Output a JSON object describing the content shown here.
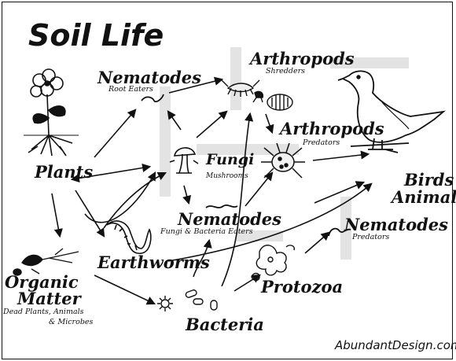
{
  "title": "Soil Life",
  "credit": "AbundantDesign.com",
  "nodes": {
    "nematodes_root": {
      "name": "Nematodes",
      "sub": "Root Eaters"
    },
    "arthropods_shred": {
      "name": "Arthropods",
      "sub": "Shredders"
    },
    "arthropods_pred": {
      "name": "Arthropods",
      "sub": "Predators"
    },
    "fungi": {
      "name": "Fungi",
      "sub": "Mushrooms"
    },
    "nematodes_fb": {
      "name": "Nematodes",
      "sub": "Fungi & Bacteria Eaters"
    },
    "nematodes_pred": {
      "name": "Nematodes",
      "sub": "Predators"
    },
    "plants": {
      "name": "Plants"
    },
    "birds_l1": "Birds &",
    "birds_l2": "Animals",
    "earthworms": {
      "name": "Earthworms"
    },
    "organic_l1": "Organic",
    "organic_l2": "Matter",
    "organic_sub_l1": "Dead Plants, Animals",
    "organic_sub_l2": "& Microbes",
    "protozoa": {
      "name": "Protozoa"
    },
    "bacteria": {
      "name": "Bacteria"
    }
  },
  "icons": [
    "flower-plant-icon",
    "nematode-worm-icon",
    "shredder-isopod-icon",
    "springtail-icon",
    "pillbug-icon",
    "predator-mite-icon",
    "bird-icon",
    "mushroom-icon",
    "earthworm-icon",
    "organic-matter-icon",
    "bacteria-icon",
    "protozoa-icon"
  ],
  "colors": {
    "ink": "#111111",
    "background": "#ffffff"
  }
}
